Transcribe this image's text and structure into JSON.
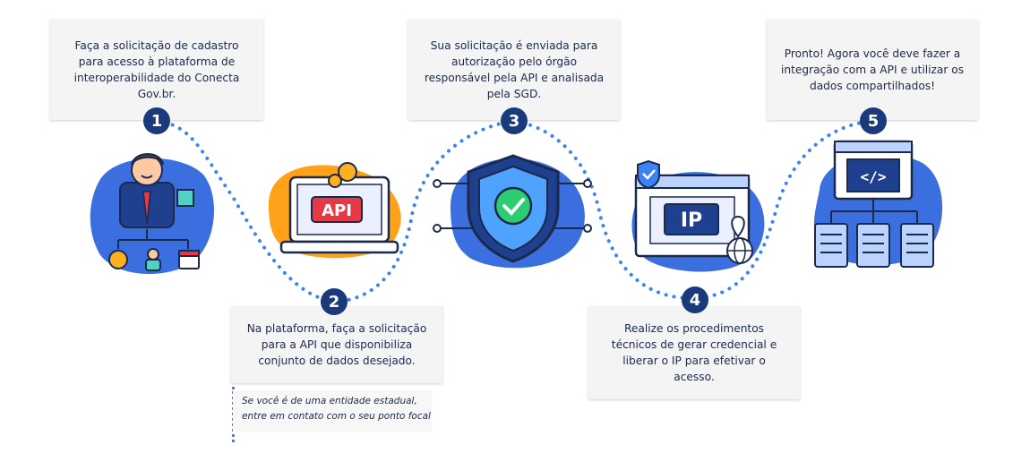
{
  "steps": [
    {
      "number": "1",
      "text": "Faça a solicitação de cadastro para acesso à plataforma de interoperabilidade do Conecta Gov.br.",
      "icon": "person-network-icon"
    },
    {
      "number": "2",
      "text": "Na plataforma, faça a solicitação para a API que disponibiliza conjunto de dados desejado.",
      "icon": "laptop-api-icon",
      "screen_label": "API"
    },
    {
      "number": "3",
      "text": "Sua solicitação é enviada para autorização pelo órgão responsável pela API e analisada pela SGD.",
      "icon": "shield-check-icon"
    },
    {
      "number": "4",
      "text": "Realize os procedimentos técnicos de gerar credencial e liberar o IP para efetivar o acesso.",
      "icon": "ip-window-icon",
      "screen_label": "IP"
    },
    {
      "number": "5",
      "text": "Pronto! Agora você deve fazer a integração com a API e utilizar os dados compartilhados!",
      "icon": "code-hierarchy-icon"
    }
  ],
  "note": {
    "line1": "Se você é de uma entidade estadual,",
    "line2": "entre em contato com o seu ponto focal"
  },
  "colors": {
    "badge": "#1a3a7c",
    "dots": "#3b82f6",
    "blob_blue": "#3b6fe0",
    "blob_orange": "#ffa21a",
    "outline": "#1b2a4a"
  }
}
